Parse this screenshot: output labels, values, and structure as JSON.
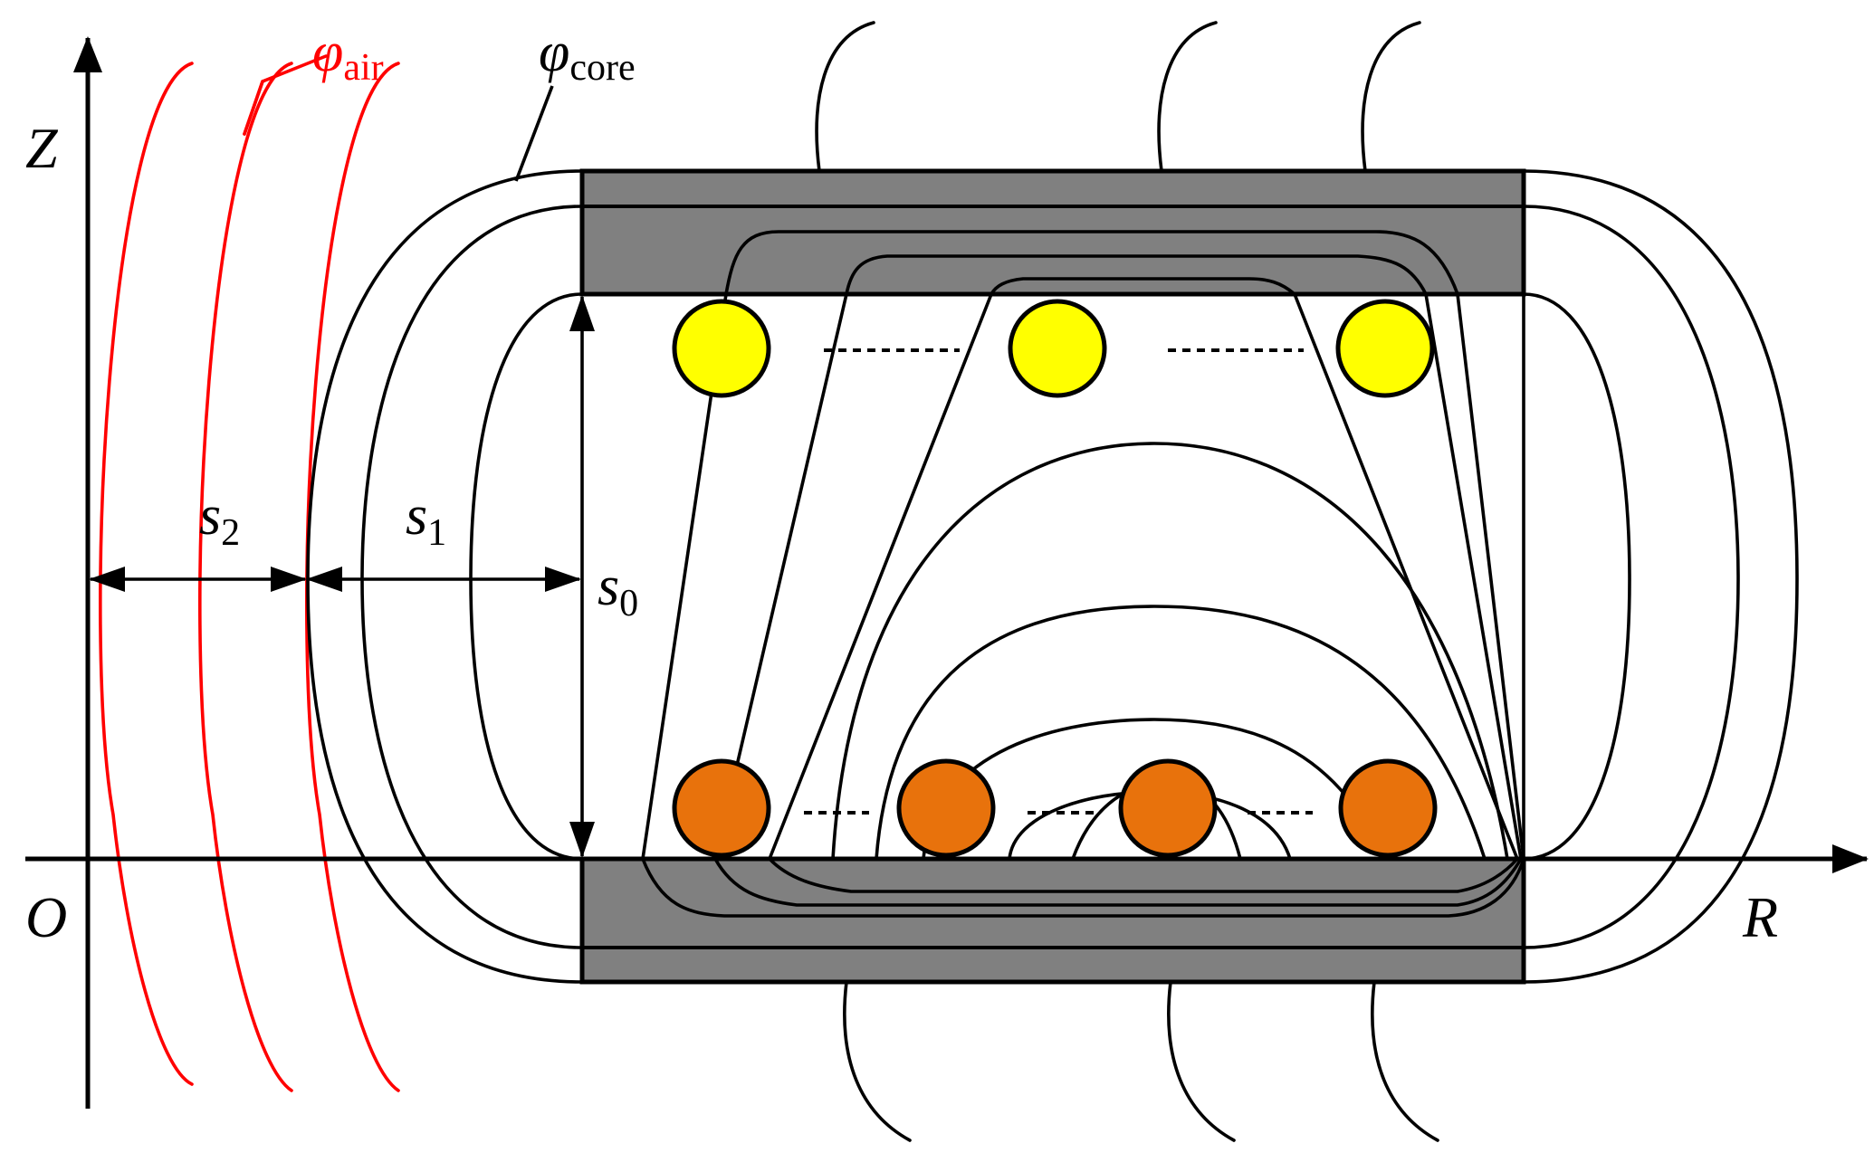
{
  "labels": {
    "z_axis": "Z",
    "r_axis": "R",
    "origin": "O",
    "phi_air_main": "φ",
    "phi_air_sub": "air",
    "phi_core_main": "φ",
    "phi_core_sub": "core",
    "s0_main": "s",
    "s0_sub": "0",
    "s1_main": "s",
    "s1_sub": "1",
    "s2_main": "s",
    "s2_sub": "2"
  },
  "colors": {
    "core": "#808080",
    "top_conductor": "#ffff00",
    "bottom_conductor": "#e8720c",
    "air_flux": "#ff0000",
    "core_flux": "#000000"
  }
}
